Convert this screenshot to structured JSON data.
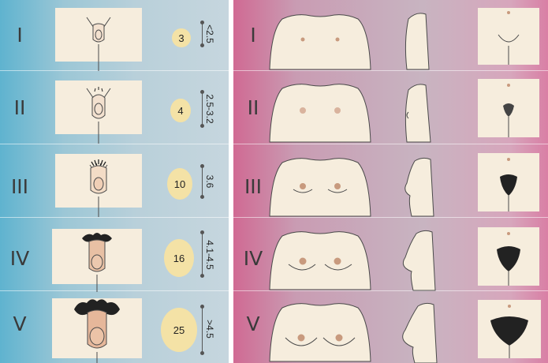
{
  "male_stages": [
    {
      "label": "I",
      "volume": "3",
      "length": "<2.5"
    },
    {
      "label": "II",
      "volume": "4",
      "length": "2.5-3.2"
    },
    {
      "label": "III",
      "volume": "10",
      "length": "3.6"
    },
    {
      "label": "IV",
      "volume": "16",
      "length": "4.1-4.5"
    },
    {
      "label": "V",
      "volume": "25",
      "length": ">4.5"
    }
  ],
  "female_stages": [
    {
      "label": "I"
    },
    {
      "label": "II"
    },
    {
      "label": "III"
    },
    {
      "label": "IV"
    },
    {
      "label": "V"
    }
  ],
  "colors": {
    "skin": "#f6eddd",
    "oval": "#f4e2a6",
    "outline": "#4a4a4a",
    "areola": "#c89a7e",
    "hair": "#222222"
  }
}
